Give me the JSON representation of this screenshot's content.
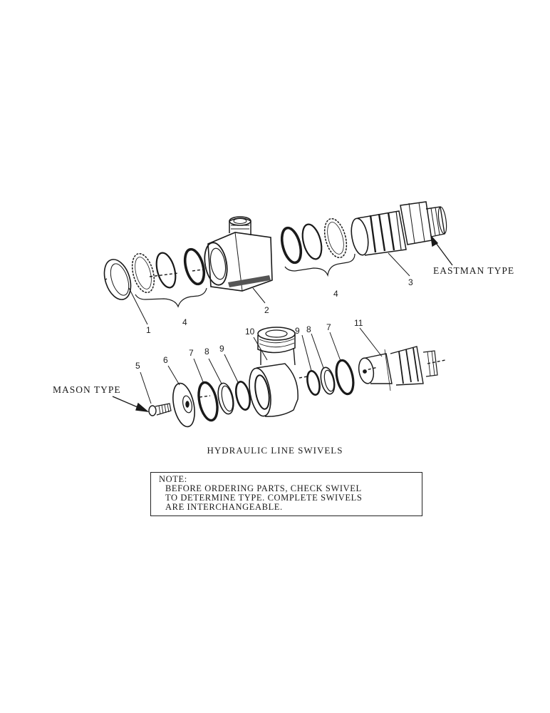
{
  "callouts": {
    "top_row": [
      "1",
      "4",
      "2",
      "4",
      "3"
    ],
    "bottom_row": [
      "5",
      "6",
      "7",
      "8",
      "9",
      "10",
      "9",
      "8",
      "7",
      "11"
    ]
  },
  "labels": {
    "eastman": "EASTMAN TYPE",
    "mason": "MASON TYPE"
  },
  "caption": "HYDRAULIC LINE SWIVELS",
  "note": {
    "heading": "NOTE:",
    "lines": [
      "BEFORE ORDERING PARTS, CHECK SWIVEL",
      "TO DETERMINE TYPE.  COMPLETE SWIVELS",
      "ARE INTERCHANGEABLE."
    ]
  }
}
